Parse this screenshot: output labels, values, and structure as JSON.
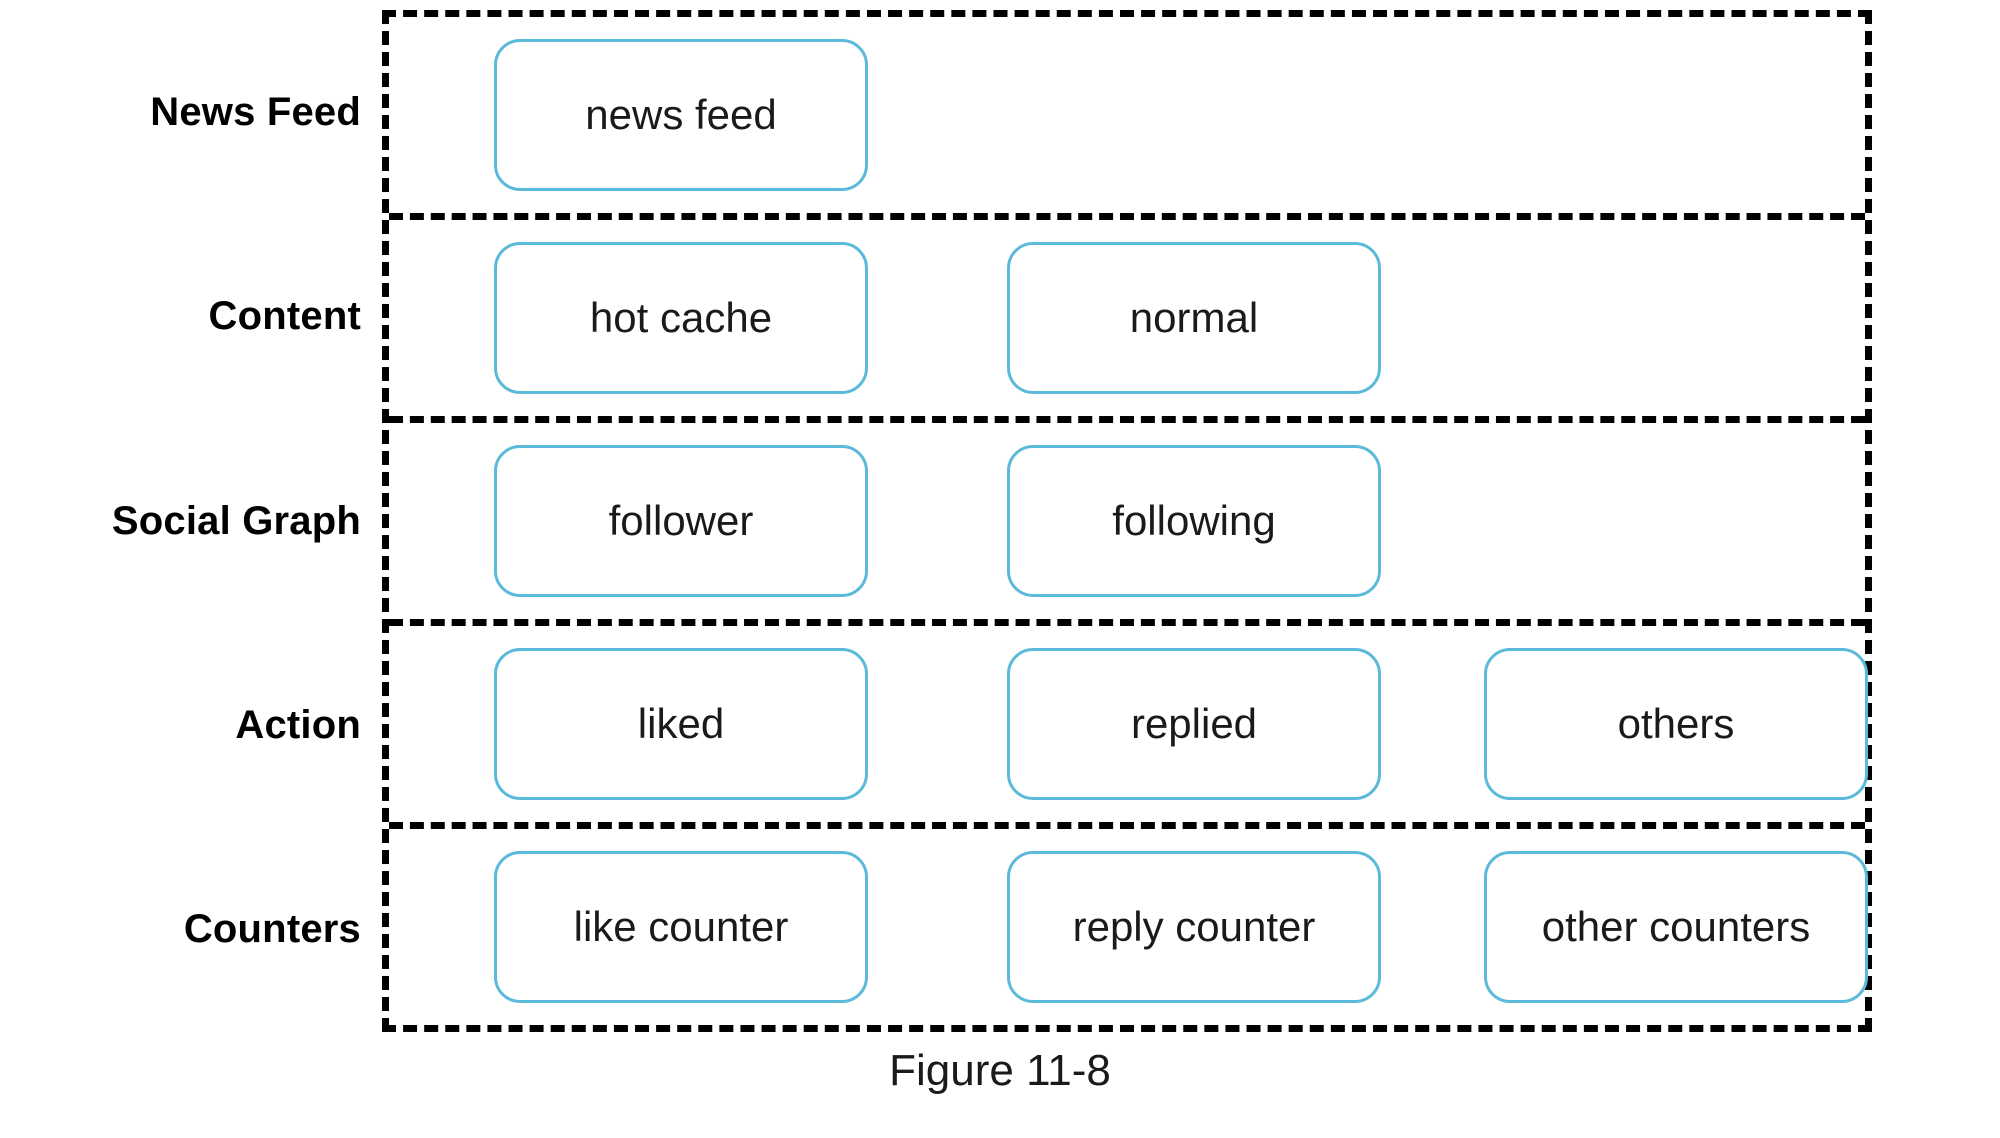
{
  "figure": {
    "caption": "Figure 11-8",
    "accent_color": "#5bbad9",
    "border_color": "#000000",
    "text_color": "#1a1a1a"
  },
  "rows": [
    {
      "label": "News Feed",
      "nodes": [
        {
          "label": "news feed",
          "column": 0
        }
      ]
    },
    {
      "label": "Content",
      "nodes": [
        {
          "label": "hot cache",
          "column": 0
        },
        {
          "label": "normal",
          "column": 1
        }
      ]
    },
    {
      "label": "Social Graph",
      "nodes": [
        {
          "label": "follower",
          "column": 0
        },
        {
          "label": "following",
          "column": 1
        }
      ]
    },
    {
      "label": "Action",
      "nodes": [
        {
          "label": "liked",
          "column": 0
        },
        {
          "label": "replied",
          "column": 1
        },
        {
          "label": "others",
          "column": 2
        }
      ]
    },
    {
      "label": "Counters",
      "nodes": [
        {
          "label": "like counter",
          "column": 0
        },
        {
          "label": "reply counter",
          "column": 1
        },
        {
          "label": "other counters",
          "column": 2
        }
      ]
    }
  ]
}
